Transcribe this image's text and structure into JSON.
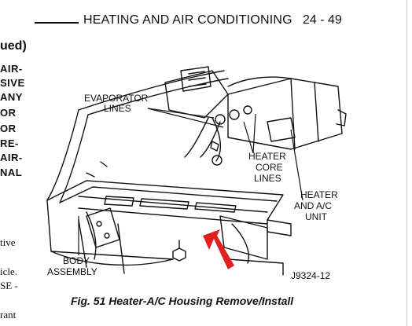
{
  "header": {
    "title": "HEATING AND AIR CONDITIONING",
    "page_number": "24 - 49"
  },
  "left_column": {
    "heading_fragment": "ued)",
    "warning_lines": [
      "AIR-",
      "SIVE",
      "ANY",
      "OR",
      "OR",
      "RE-",
      "AIR-",
      "NAL"
    ],
    "body_lines": [
      "tive",
      "icle.",
      "SE -",
      "rant"
    ]
  },
  "figure": {
    "callouts": {
      "evaporator_lines": [
        "EVAPORATOR",
        "LINES"
      ],
      "heater_core_lines": [
        "HEATER",
        "CORE",
        "LINES"
      ],
      "heater_ac_unit": [
        "HEATER",
        "AND A/C",
        "UNIT"
      ],
      "body_assembly": [
        "BODY",
        "ASSEMBLY"
      ],
      "figure_code": "J9324-12"
    },
    "caption": "Fig. 51 Heater-A/C Housing Remove/Install",
    "arrow_color": "#e02020"
  }
}
